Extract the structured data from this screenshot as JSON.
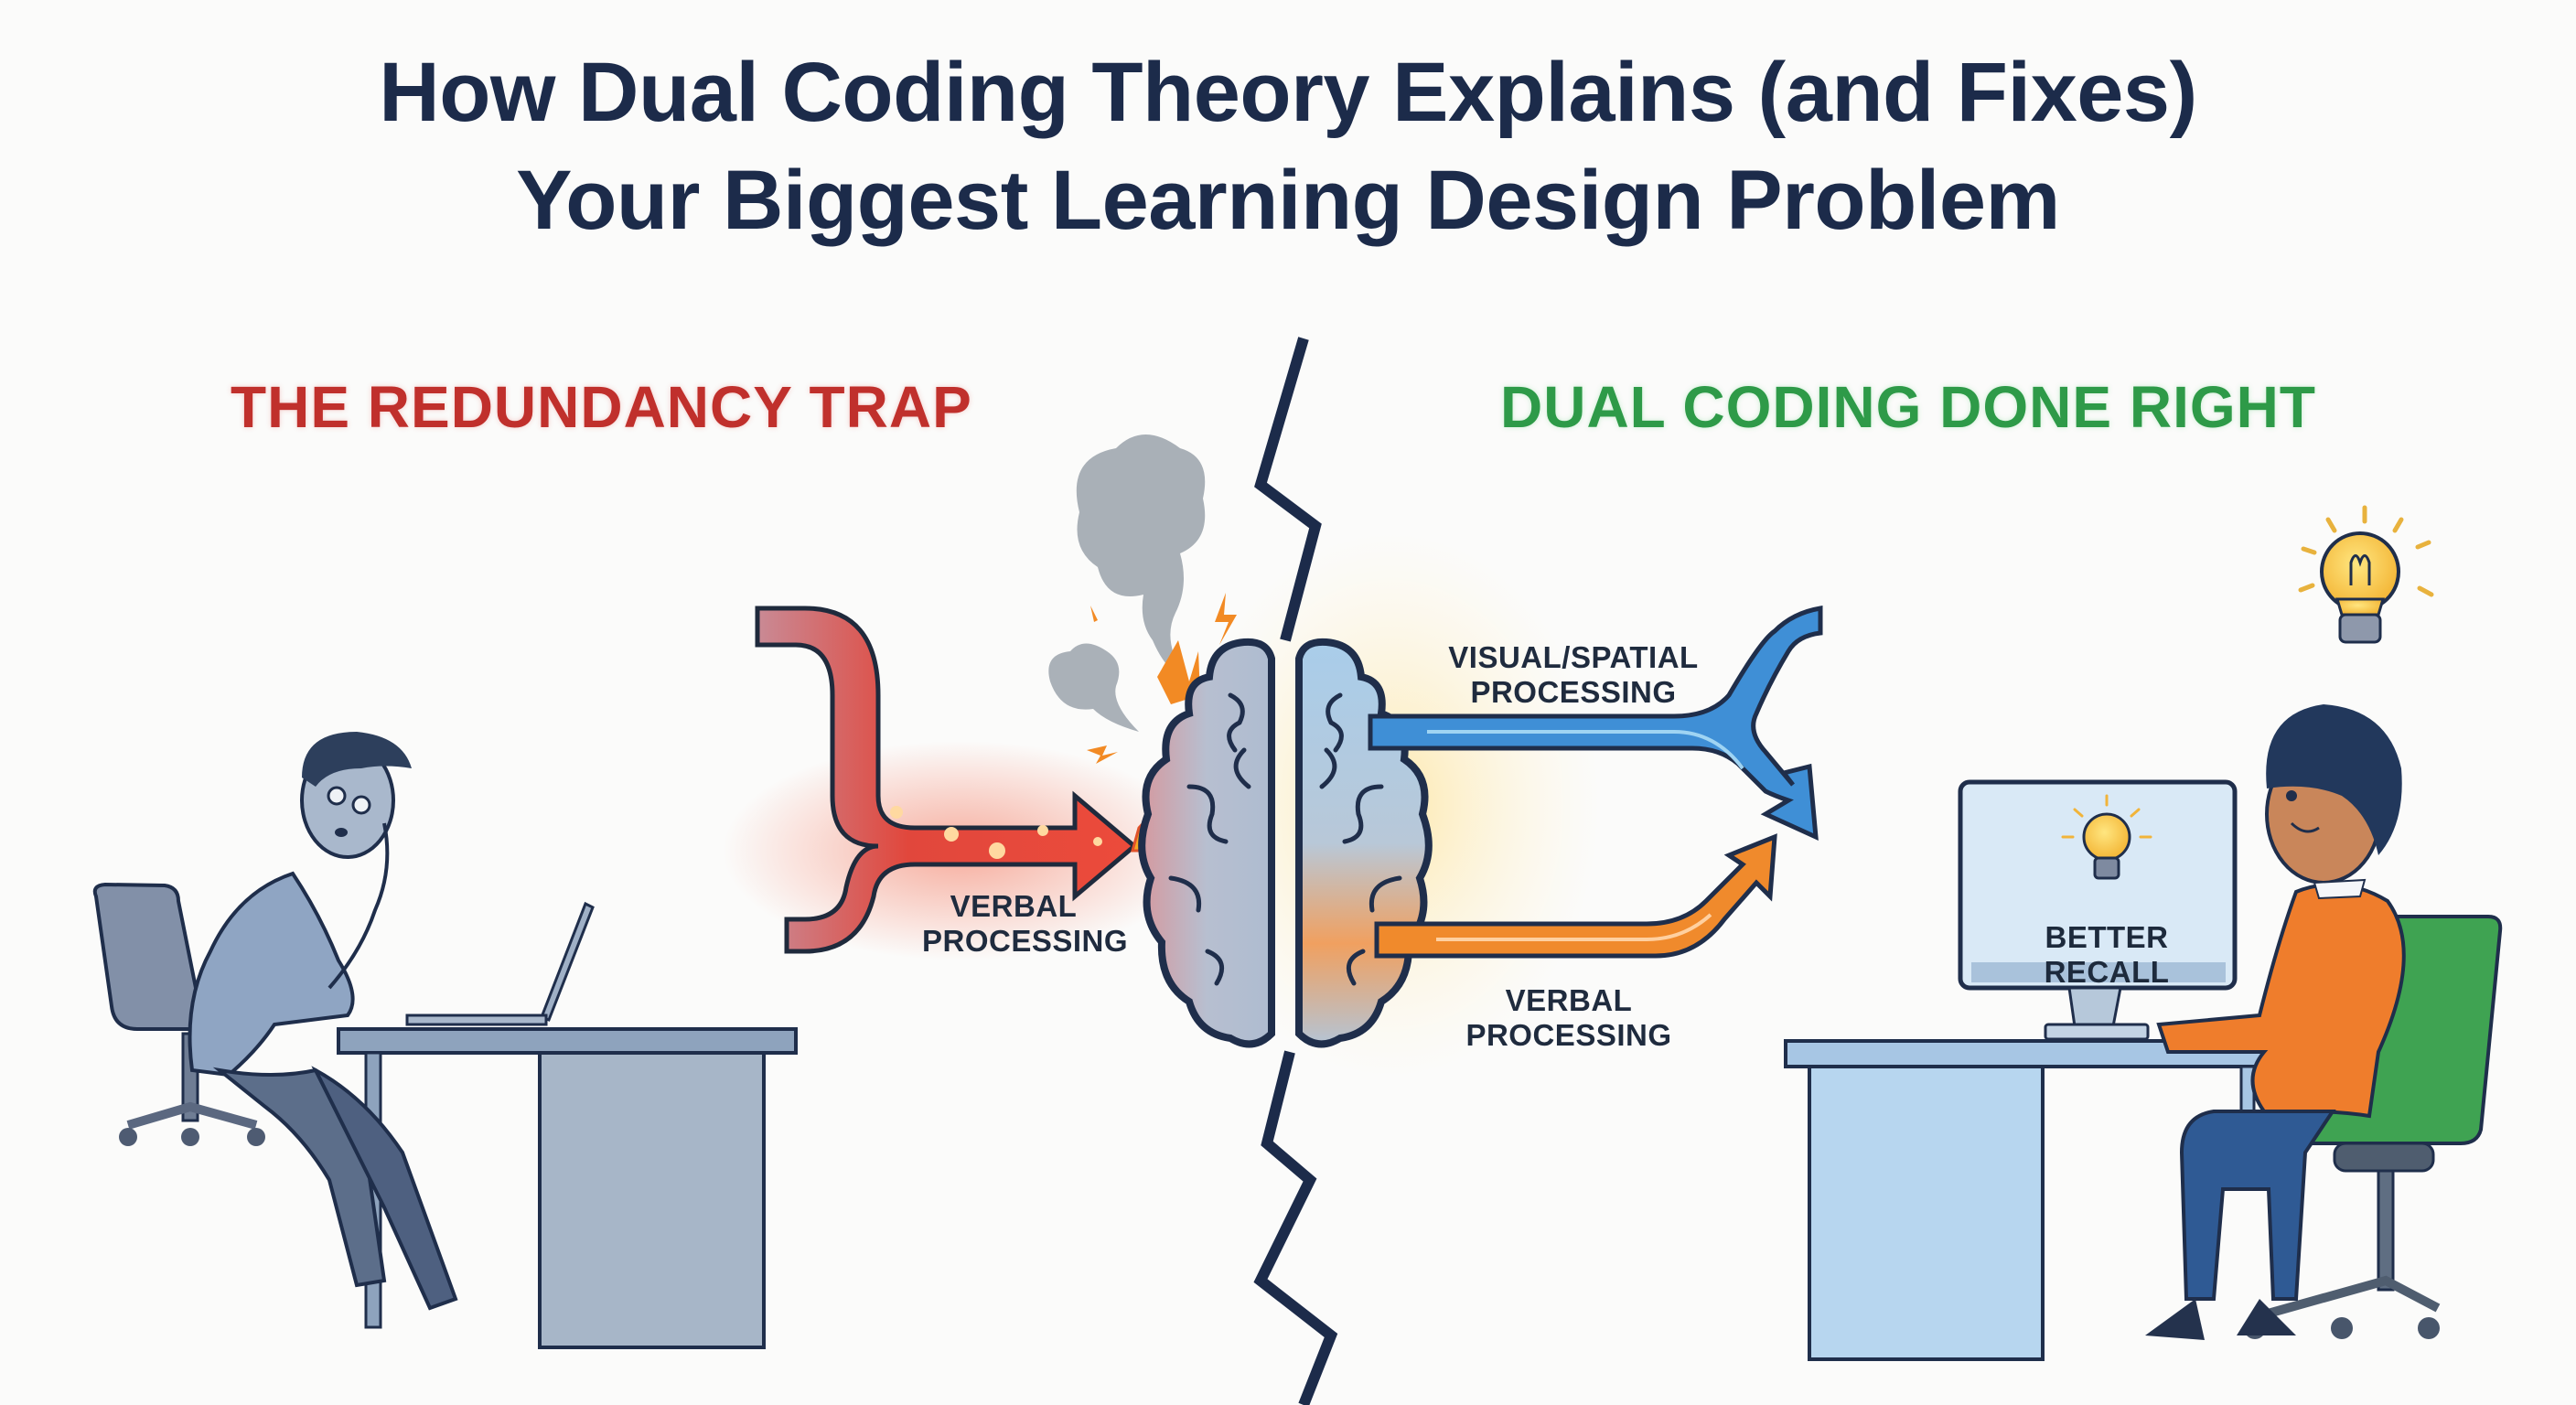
{
  "title": {
    "line1": "How Dual Coding Theory Explains (and Fixes)",
    "line2": "Your Biggest Learning Design Problem"
  },
  "left_panel": {
    "heading": "THE REDUNDANCY TRAP",
    "heading_color": "#c0302c",
    "arrow_label_line1": "VERBAL",
    "arrow_label_line2": "PROCESSING",
    "arrow_color": "#e2453a",
    "icons": [
      "smoke-cloud-icon",
      "explosion-icon",
      "lightning-spark-icon",
      "overloaded-brain-icon",
      "tired-learner-figure",
      "laptop-icon",
      "desk-icon",
      "office-chair-icon"
    ]
  },
  "right_panel": {
    "heading": "DUAL CODING DONE RIGHT",
    "heading_color": "#2e9a48",
    "visual_label_line1": "VISUAL/SPATIAL",
    "visual_label_line2": "PROCESSING",
    "visual_color": "#3d8fd6",
    "verbal_label_line1": "VERBAL",
    "verbal_label_line2": "PROCESSING",
    "verbal_color": "#f0842a",
    "screen_text": "BETTER RECALL",
    "icons": [
      "lightbulb-icon",
      "happy-learner-figure",
      "monitor-icon",
      "desk-icon",
      "green-chair-icon",
      "brain-icon"
    ]
  },
  "divider": {
    "style": "zigzag-crack",
    "color": "#1c2b4a"
  }
}
